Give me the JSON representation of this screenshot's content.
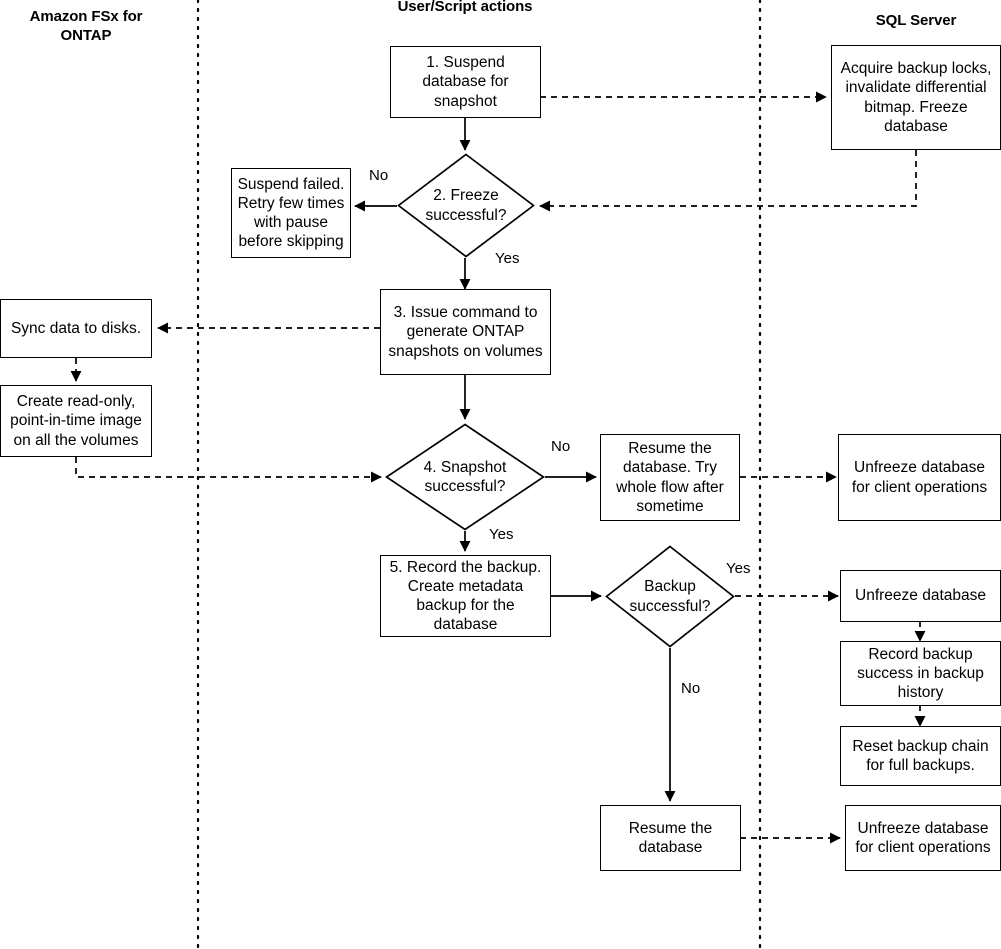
{
  "diagram": {
    "title_lanes": [
      {
        "id": "lane-fsx",
        "label": "Amazon FSx for ONTAP"
      },
      {
        "id": "lane-user",
        "label": "User/Script actions"
      },
      {
        "id": "lane-sql",
        "label": "SQL Server"
      }
    ],
    "nodes": {
      "suspend_db": "1. Suspend database for snapshot",
      "suspend_failed": "Suspend failed. Retry few times with pause before skipping",
      "acquire_locks": "Acquire backup locks, invalidate differential bitmap. Freeze database",
      "freeze_successful": "2. Freeze successful?",
      "issue_command": "3. Issue command to generate ONTAP snapshots on volumes",
      "sync_data": "Sync data to disks.",
      "create_readonly": "Create read-only, point-in-time image on all the volumes",
      "snapshot_successful": "4. Snapshot successful?",
      "resume_try_whole": "Resume the database. Try whole flow after sometime",
      "unfreeze_client_ops_1": "Unfreeze database for client operations",
      "record_backup": "5. Record the backup. Create metadata backup for the database",
      "backup_successful": "Backup successful?",
      "unfreeze_database": "Unfreeze database",
      "record_backup_success": "Record backup success in backup history",
      "reset_backup_chain": "Reset backup chain for full backups.",
      "resume_database": "Resume the database",
      "unfreeze_client_ops_2": "Unfreeze database for client operations"
    },
    "edge_labels": {
      "freeze_no": "No",
      "freeze_yes": "Yes",
      "snapshot_no": "No",
      "snapshot_yes": "Yes",
      "backup_yes": "Yes",
      "backup_no": "No"
    },
    "colors": {
      "stroke": "#000000",
      "fill": "#ffffff",
      "text": "#000000"
    }
  }
}
